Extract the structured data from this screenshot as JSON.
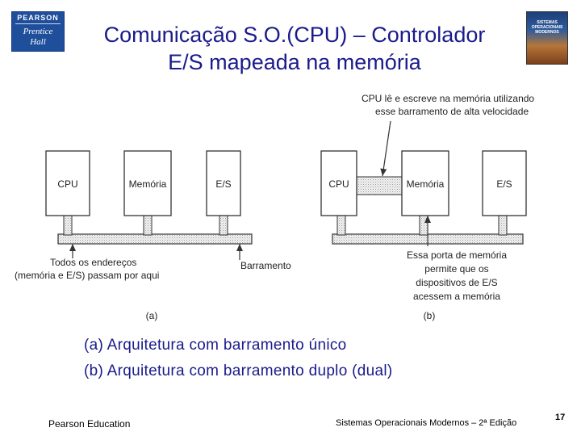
{
  "logo": {
    "brand": "PEARSON",
    "line1": "Prentice",
    "line2": "Hall"
  },
  "title": {
    "line1": "Comunicação S.O.(CPU) – Controlador",
    "line2": "E/S mapeada na memória"
  },
  "book": {
    "title": "SISTEMAS OPERACIONAIS MODERNOS"
  },
  "diagram": {
    "left": {
      "boxes": [
        "CPU",
        "Memória",
        "E/S"
      ],
      "annotation_lines": [
        "Todos os endereços",
        "(memória e E/S) passam por aqui"
      ],
      "bus_label": "Barramento",
      "sublabel": "(a)"
    },
    "right": {
      "boxes": [
        "CPU",
        "Memória",
        "E/S"
      ],
      "top_annotation_lines": [
        "CPU lê e escreve na memória utilizando",
        "esse barramento de alta velocidade"
      ],
      "port_annotation_lines": [
        "Essa porta de memória",
        "permite que os",
        "dispositivos de E/S",
        "acessem a memória"
      ],
      "sublabel": "(b)"
    }
  },
  "captions": {
    "line1": "(a) Arquitetura com barramento único",
    "line2": "(b) Arquitetura com barramento duplo (dual)"
  },
  "footer": {
    "left": "Pearson Education",
    "right": "Sistemas Operacionais Modernos – 2ª Edição",
    "page": "17"
  }
}
